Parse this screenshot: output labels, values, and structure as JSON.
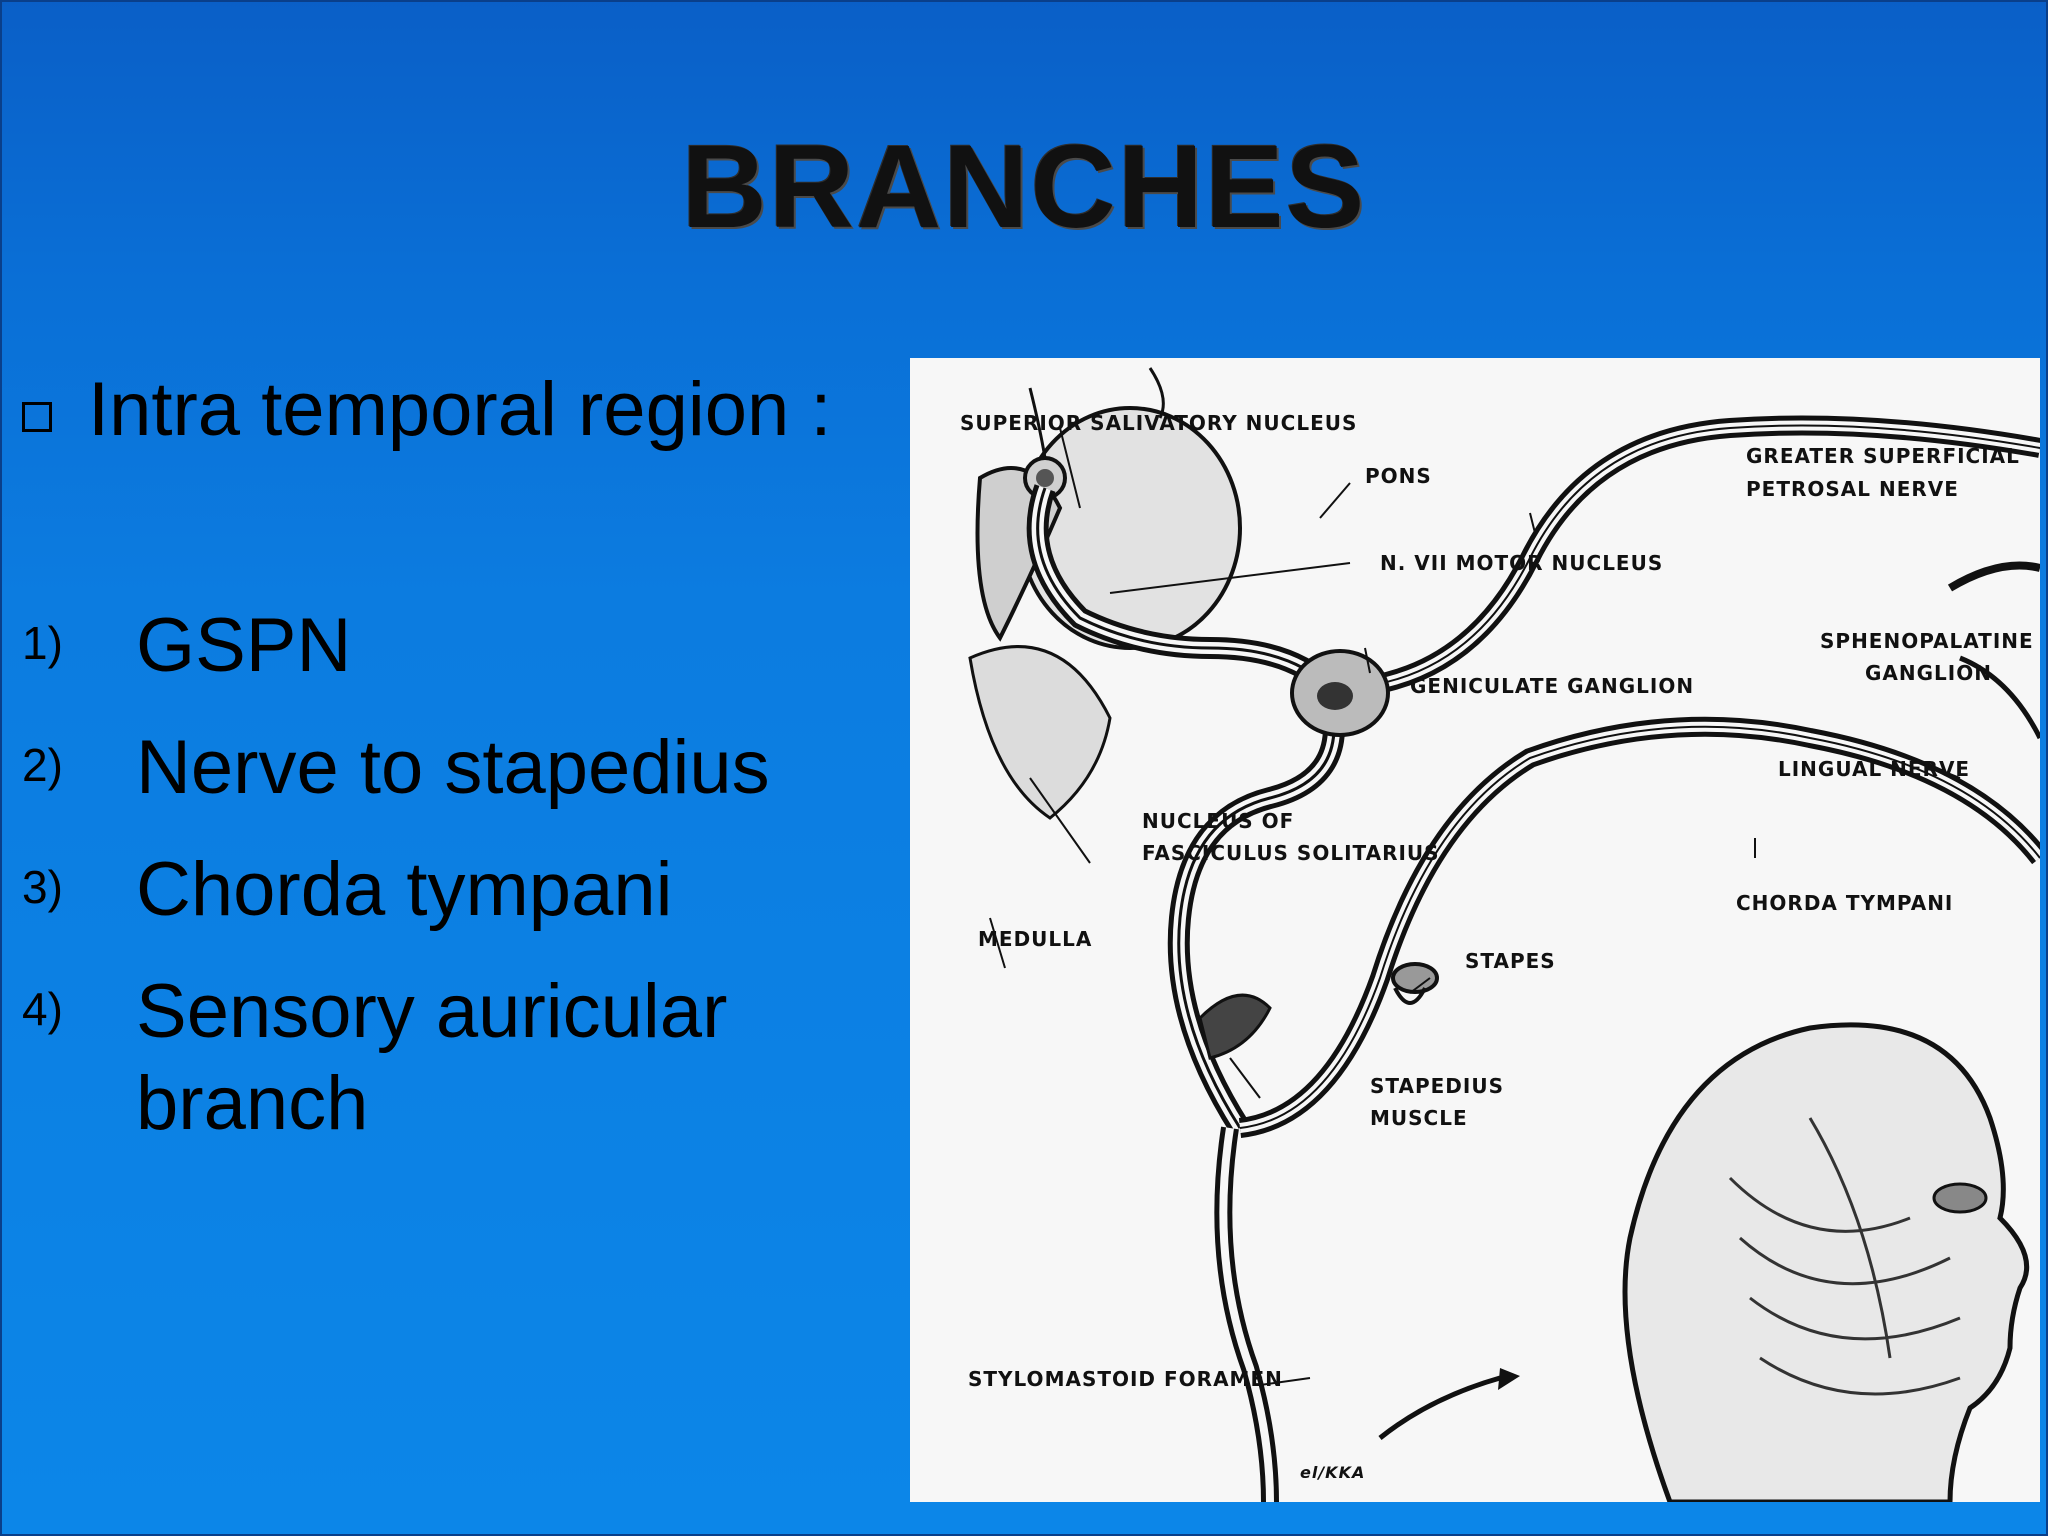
{
  "slide": {
    "title": "BRANCHES",
    "heading": "Intra temporal region :",
    "items": [
      {
        "num": "1)",
        "text": "GSPN"
      },
      {
        "num": "2)",
        "text": "Nerve to stapedius"
      },
      {
        "num": "3)",
        "text": "Chorda tympani"
      },
      {
        "num": "4)",
        "text": "Sensory auricular branch"
      }
    ]
  },
  "figure": {
    "labels": {
      "superior_salivatory": "SUPERIOR SALIVATORY NUCLEUS",
      "pons": "PONS",
      "gspn_1": "GREATER SUPERFICIAL",
      "gspn_2": "PETROSAL NERVE",
      "motor_nucleus": "N. VII MOTOR NUCLEUS",
      "spheno_1": "SPHENOPALATINE",
      "spheno_2": "GANGLION",
      "geniculate": "GENICULATE GANGLION",
      "lingual": "LINGUAL NERVE",
      "solitarius_1": "NUCLEUS OF",
      "solitarius_2": "FASCICULUS SOLITARIUS",
      "chorda": "CHORDA TYMPANI",
      "medulla": "MEDULLA",
      "stapes": "STAPES",
      "stapedius_1": "STAPEDIUS",
      "stapedius_2": "MUSCLE",
      "stylomastoid": "STYLOMASTOID FORAMEN",
      "signature": "el/KKA"
    }
  },
  "colors": {
    "background_top": "#0a5fc7",
    "background_bottom": "#0c86e8",
    "text": "#000000"
  }
}
